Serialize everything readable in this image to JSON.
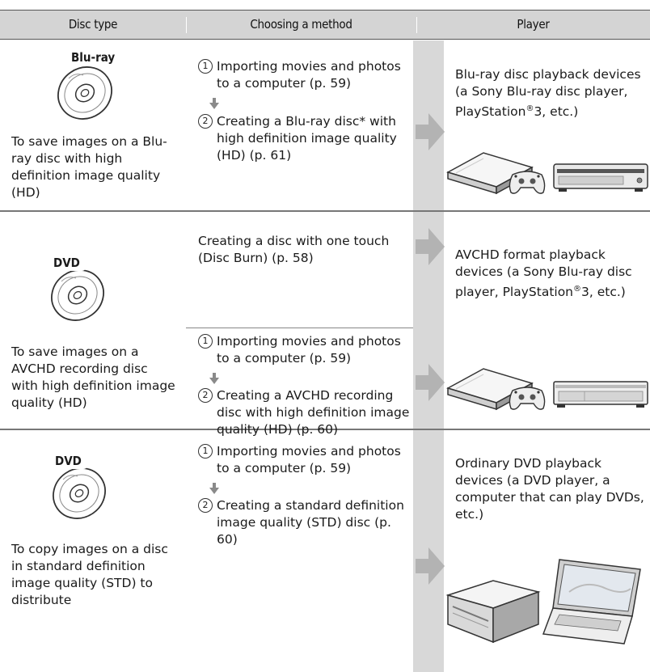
{
  "header": {
    "col1": "Disc type",
    "col2": "Choosing a method",
    "col3": "Player"
  },
  "rows": [
    {
      "disc_logo": "Blu-ray",
      "disc_desc": "To save images on a Blu-ray disc with high definition image quality (HD)",
      "step1_num": "1",
      "step1": "Importing movies and photos to a computer (p. 59)",
      "step2_num": "2",
      "step2": "Creating a Blu-ray disc* with high definition image quality (HD) (p. 61)",
      "player_pre": "Blu-ray disc playback devices (a Sony Blu-ray disc player, PlayStation",
      "player_sup": "®",
      "player_post": "3, etc.)"
    },
    {
      "disc_logo": "DVD",
      "disc_desc": "To save images on a AVCHD recording disc with high definition image quality (HD)",
      "onetouch": "Creating a disc with one touch (Disc Burn) (p. 58)",
      "step1_num": "1",
      "step1": "Importing movies and photos to a computer (p. 59)",
      "step2_num": "2",
      "step2": "Creating a AVCHD recording disc with high definition image quality (HD) (p. 60)",
      "player_pre": "AVCHD format playback devices (a Sony Blu-ray disc player, PlayStation",
      "player_sup": "®",
      "player_post": "3, etc.)"
    },
    {
      "disc_logo": "DVD",
      "disc_desc": "To copy images on a disc in standard definition image quality (STD) to distribute",
      "step1_num": "1",
      "step1": "Importing movies and photos to a computer (p. 59)",
      "step2_num": "2",
      "step2": "Creating a standard definition image quality (STD) disc (p. 60)",
      "player": "Ordinary DVD playback devices (a DVD player, a computer that can play DVDs, etc.)"
    }
  ],
  "icons": {
    "disc": "disc-icon",
    "down_arrow": "down-arrow-icon",
    "right_arrow": "right-arrow-icon",
    "console": "game-console-icon",
    "controller": "game-controller-icon",
    "bd_player": "bluray-player-icon",
    "dvd_player": "dvd-player-icon",
    "laptop": "laptop-icon"
  },
  "colors": {
    "header_bg": "#d4d4d4",
    "band": "#d8d8d8",
    "arrow": "#b3b3b3"
  }
}
